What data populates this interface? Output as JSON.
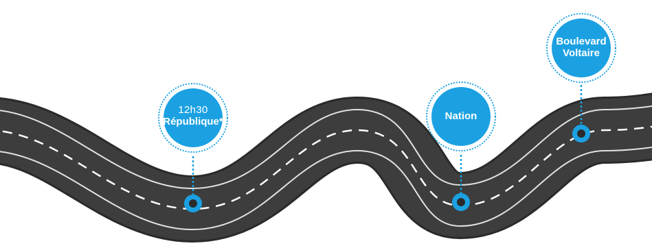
{
  "colors": {
    "road": "#3a3a3a",
    "road_edge": "#222222",
    "lane_marking": "#ffffff",
    "accent": "#1ba1e2",
    "bubble_ring": "#1ba1e2"
  },
  "stops": [
    {
      "time": "12h30",
      "place": "République*"
    },
    {
      "time": "",
      "place": "Nation"
    },
    {
      "time": "",
      "place": "Boulevard Voltaire"
    }
  ]
}
